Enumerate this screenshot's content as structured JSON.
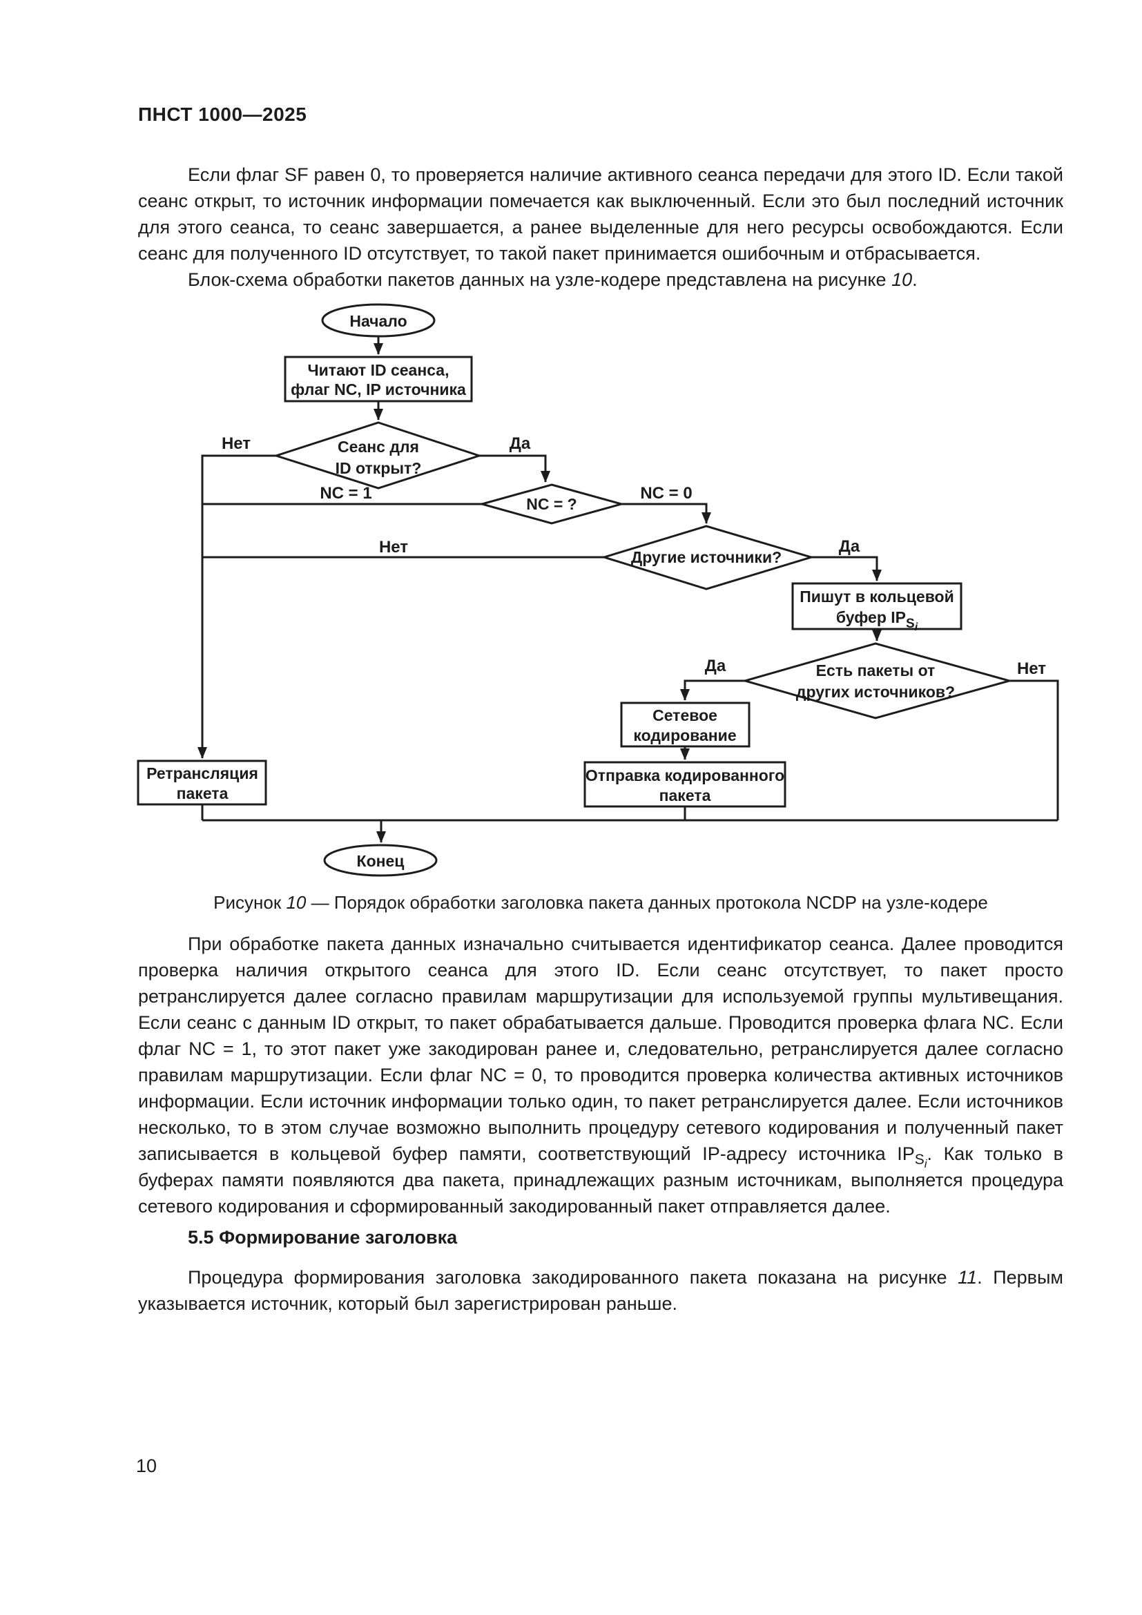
{
  "doc": {
    "header": "ПНСТ 1000—2025",
    "page_number": "10"
  },
  "intro": {
    "p1": "Если флаг SF равен 0, то проверяется наличие активного сеанса передачи для этого ID. Если такой сеанс открыт, то источник информации помечается как выключенный. Если это был последний источник для этого сеанса, то сеанс завершается, а ранее выделенные для него ресурсы освобождаются. Если сеанс для полученного ID отсутствует, то такой пакет принимается ошибочным и отбрасывается.",
    "p2_prefix": "Блок-схема обработки пакетов данных на узле-кодере представлена на рисунке",
    "p2_number": "10",
    "p2_suffix": "."
  },
  "figure": {
    "caption_prefix": "Рисунок",
    "caption_number": "10",
    "caption_rest": "— Порядок обработки заголовка пакета данных протокола NCDP на узле-кодере"
  },
  "flowchart": {
    "start": "Начало",
    "read": {
      "line1": "Читают ID сеанса,",
      "line2": "флаг NC, IP источника"
    },
    "d_session": {
      "line1": "Сеанс для",
      "line2": "ID открыт?",
      "no": "Нет",
      "yes": "Да"
    },
    "d_nc": {
      "label": "NC = ?",
      "left": "NC = 1",
      "right": "NC = 0"
    },
    "d_other": {
      "label": "Другие источники?",
      "no": "Нет",
      "yes": "Да"
    },
    "write": {
      "line1": "Пишут в кольцевой",
      "line2_pre": "буфер IP",
      "line2_sub": "S",
      "line2_subsub": "i"
    },
    "d_packets": {
      "line1": "Есть пакеты от",
      "line2": "других источников?",
      "yes": "Да",
      "no": "Нет"
    },
    "code": {
      "line1": "Сетевое",
      "line2": "кодирование"
    },
    "send": {
      "line1": "Отправка кодированного",
      "line2": "пакета"
    },
    "relay": {
      "line1": "Ретрансляция",
      "line2": "пакета"
    },
    "end": "Конец"
  },
  "after_figure": {
    "part1": "При обработке пакета данных изначально считывается идентификатор сеанса. Далее проводится проверка наличия открытого сеанса для этого ID. Если сеанс отсутствует, то пакет просто ретранслируется далее согласно правилам маршрутизации для используемой группы мультивещания. Если сеанс с данным ID открыт, то пакет обрабатывается дальше. Проводится проверка флага NC. Если флаг NC = 1, то этот пакет уже закодирован ранее и, следовательно, ретранслируется далее согласно правилам маршрутизации. Если флаг NC = 0, то проводится проверка количества активных источников информации. Если источник информации только один, то пакет ретранслируется далее. Если источников несколько, то в этом случае возможно выполнить процедуру сетевого кодирования и полученный пакет записывается в кольцевой буфер памяти, соответствующий IP-адресу источника IP",
    "ip_sub": "S",
    "ip_subsub": "i",
    "part2": ". Как только в буферах памяти появляются два пакета, принадлежащих разным источникам, выполняется процедура сетевого кодирования и сформированный закодированный пакет отправляется далее."
  },
  "section": {
    "number": "5.5",
    "title": "Формирование заголовка"
  },
  "closing": {
    "prefix": "Процедура формирования заголовка закодированного пакета показана на рисунке",
    "number": "11",
    "suffix": ". Первым указывается источник, который был зарегистрирован раньше."
  }
}
